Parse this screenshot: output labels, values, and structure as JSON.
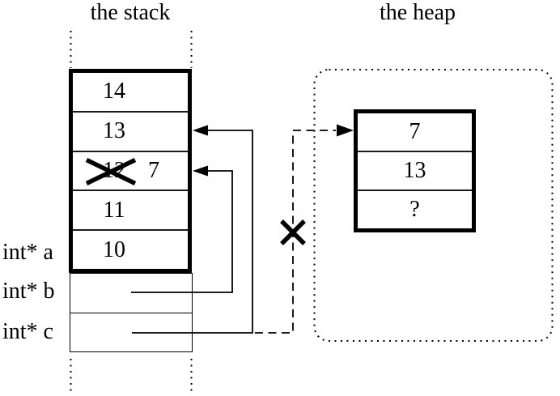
{
  "stack": {
    "title": "the stack",
    "cells": [
      "14",
      "13",
      "12",
      "11",
      "10"
    ],
    "crossed_out_cell_index": 2,
    "overwritten_value": "7"
  },
  "heap": {
    "title": "the heap",
    "cells": [
      "7",
      "13",
      "?"
    ]
  },
  "pointer_labels": {
    "a": "int* a",
    "b": "int* b",
    "c": "int* c"
  },
  "icons": {
    "pointer_arrowhead": "filled-triangle",
    "cross_out": "X"
  },
  "colors": {
    "ink": "#000000",
    "background": "#ffffff"
  }
}
